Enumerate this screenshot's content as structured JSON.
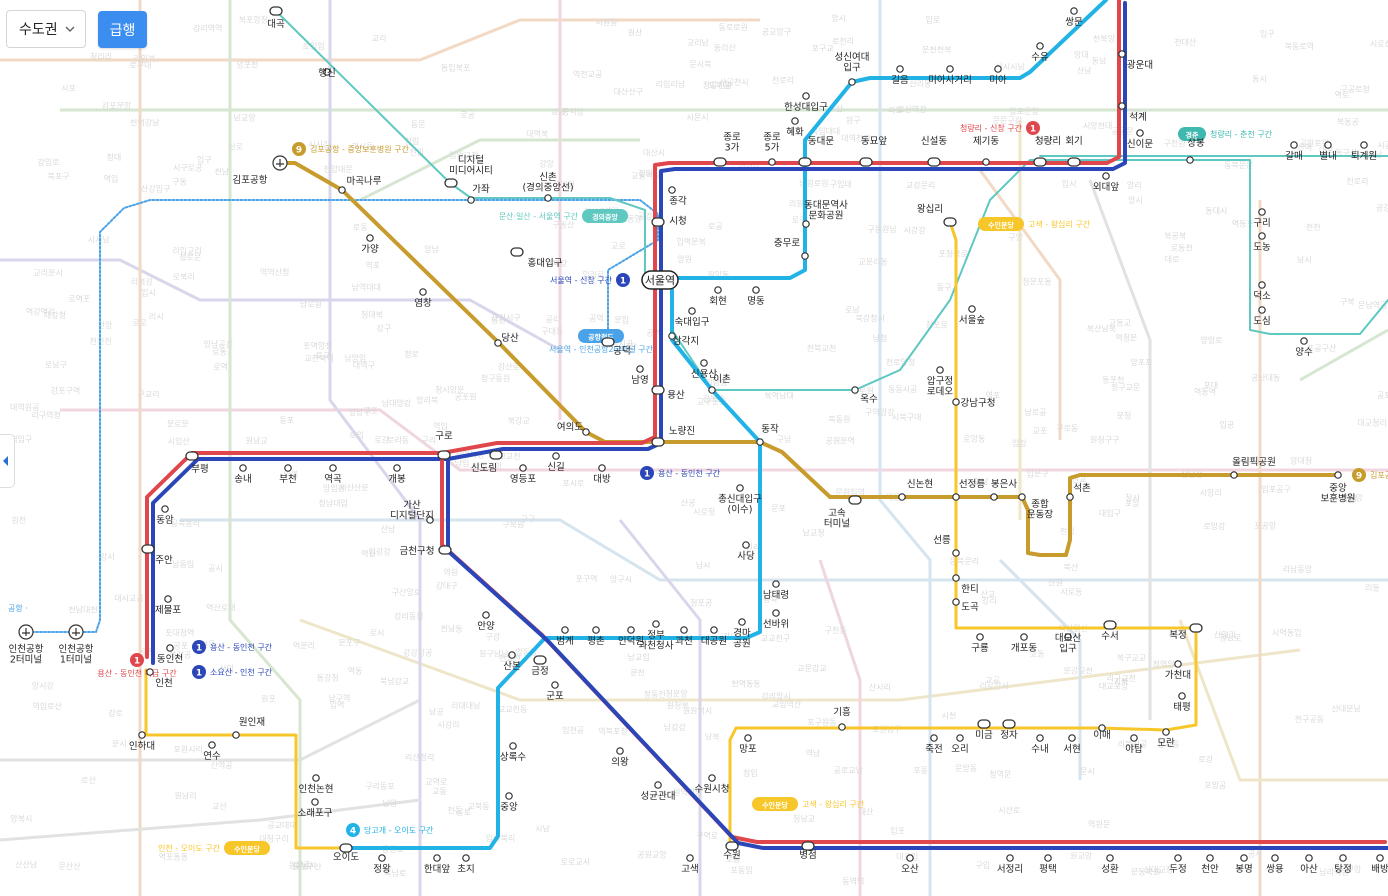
{
  "controls": {
    "region_select": "수도권",
    "express_button": "급행"
  },
  "colors": {
    "line1": "#2a46b8",
    "line1_express": "#e0474c",
    "line4": "#22b3e6",
    "line9": "#c79b2c",
    "suin_bundang": "#f7c629",
    "gyeongui": "#5ec8c1",
    "gyeongchun": "#3fb8b0",
    "airport": "#4aa3e8",
    "background_lines": "#e6e6e6",
    "background_labels": "#d6d6d6"
  },
  "lines": [
    {
      "id": "line1",
      "name": "1",
      "color_key": "line1"
    },
    {
      "id": "line4",
      "name": "4",
      "color_key": "line4"
    },
    {
      "id": "line9",
      "name": "9",
      "color_key": "line9"
    },
    {
      "id": "suin_bundang",
      "name": "수인분당",
      "color_key": "suin_bundang"
    },
    {
      "id": "gyeongui",
      "name": "경의중앙",
      "color_key": "gyeongui"
    },
    {
      "id": "gyeongchun",
      "name": "경춘",
      "color_key": "gyeongchun"
    },
    {
      "id": "airport",
      "name": "공항철도",
      "color_key": "airport"
    }
  ],
  "section_notes": [
    {
      "id": "line9-express",
      "text": "김포공항 - 중앙보훈병원 구간",
      "badge": "9",
      "color_key": "line9"
    },
    {
      "id": "line9-express-east",
      "text": "김포공항",
      "badge": "9",
      "color_key": "line9"
    },
    {
      "id": "line1-express",
      "text": "청량리 - 신창 구간",
      "badge": "1",
      "color_key": "line1_express"
    },
    {
      "id": "gyeongchun",
      "text": "청량리 - 춘천 구간",
      "badge": "경춘",
      "color_key": "gyeongchun"
    },
    {
      "id": "gyeongui",
      "text": "문산·일산 - 서울역 구간",
      "badge": "경의중앙",
      "color_key": "gyeongui"
    },
    {
      "id": "line1-seoul",
      "text": "서울역 - 신창 구간",
      "badge": "1",
      "color_key": "line1"
    },
    {
      "id": "airport",
      "text": "서울역 - 인천공항2터미널 구간",
      "badge": "공항철도",
      "color_key": "airport"
    },
    {
      "id": "suin-wangsimni",
      "text": "고색 - 왕십리 구간",
      "badge": "수인분당",
      "color_key": "suin_bundang"
    },
    {
      "id": "line1-yongsan",
      "text": "용산 - 동인천 구간",
      "badge": "1",
      "color_key": "line1"
    },
    {
      "id": "line1-yongsan-express",
      "text": "용산 - 동인천 특급 구간",
      "badge": "1",
      "color_key": "line1_express"
    },
    {
      "id": "line1-yongsan2",
      "text": "용산 - 동인천 구간",
      "badge": "1",
      "color_key": "line1"
    },
    {
      "id": "line1-soyosan",
      "text": "소요산 - 인천 구간",
      "badge": "1",
      "color_key": "line1"
    },
    {
      "id": "suin-oido",
      "text": "인천 - 오이도 구간",
      "badge": "수인분당",
      "color_key": "suin_bundang"
    },
    {
      "id": "line4-oido",
      "text": "당고개 - 오이도 구간",
      "badge": "4",
      "color_key": "line4"
    },
    {
      "id": "suin-gosaek",
      "text": "고색 - 왕십리 구간",
      "badge": "수인분당",
      "color_key": "suin_bundang"
    },
    {
      "id": "airport-west",
      "text": "공항 ·",
      "badge": "",
      "color_key": "airport"
    }
  ],
  "stations": [
    {
      "label": "대곡",
      "kind": "transfer"
    },
    {
      "label": "행신",
      "kind": "stop"
    },
    {
      "label": "김포공항",
      "kind": "transfer"
    },
    {
      "label": "마곡나루",
      "kind": "stop"
    },
    {
      "label": "가양",
      "kind": "stop"
    },
    {
      "label": "염창",
      "kind": "stop"
    },
    {
      "label": "당산",
      "kind": "stop"
    },
    {
      "label": "여의도",
      "kind": "stop"
    },
    {
      "label": "노량진",
      "kind": "transfer"
    },
    {
      "label": "동작",
      "kind": "stop"
    },
    {
      "label": "고속\n터미널",
      "kind": "transfer"
    },
    {
      "label": "신논현",
      "kind": "stop"
    },
    {
      "label": "선정릉",
      "kind": "stop"
    },
    {
      "label": "봉은사",
      "kind": "stop"
    },
    {
      "label": "종합\n운동장",
      "kind": "stop"
    },
    {
      "label": "석촌",
      "kind": "stop"
    },
    {
      "label": "올림픽공원",
      "kind": "stop"
    },
    {
      "label": "중앙\n보훈병원",
      "kind": "stop"
    },
    {
      "label": "디지털\n미디어시티",
      "kind": "transfer"
    },
    {
      "label": "가좌",
      "kind": "stop"
    },
    {
      "label": "신촌\n(경의중앙선)",
      "kind": "stop"
    },
    {
      "label": "홍대입구",
      "kind": "transfer"
    },
    {
      "label": "서울역",
      "kind": "major"
    },
    {
      "label": "시청",
      "kind": "transfer"
    },
    {
      "label": "종각",
      "kind": "stop"
    },
    {
      "label": "종로\n3가",
      "kind": "transfer"
    },
    {
      "label": "종로\n5가",
      "kind": "stop"
    },
    {
      "label": "동대문",
      "kind": "transfer"
    },
    {
      "label": "동묘앞",
      "kind": "transfer"
    },
    {
      "label": "신설동",
      "kind": "transfer"
    },
    {
      "label": "제기동",
      "kind": "stop"
    },
    {
      "label": "청량리",
      "kind": "transfer"
    },
    {
      "label": "회기",
      "kind": "transfer"
    },
    {
      "label": "외대앞",
      "kind": "stop"
    },
    {
      "label": "신이문",
      "kind": "stop"
    },
    {
      "label": "석계",
      "kind": "stop"
    },
    {
      "label": "광운대",
      "kind": "stop"
    },
    {
      "label": "쌍문",
      "kind": "stop"
    },
    {
      "label": "수유",
      "kind": "stop"
    },
    {
      "label": "미아",
      "kind": "stop"
    },
    {
      "label": "미아사거리",
      "kind": "stop"
    },
    {
      "label": "길음",
      "kind": "stop"
    },
    {
      "label": "성신여대\n입구",
      "kind": "stop"
    },
    {
      "label": "한성대입구",
      "kind": "stop"
    },
    {
      "label": "혜화",
      "kind": "stop"
    },
    {
      "label": "동대문역사\n문화공원",
      "kind": "stop"
    },
    {
      "label": "충무로",
      "kind": "stop"
    },
    {
      "label": "명동",
      "kind": "stop"
    },
    {
      "label": "회현",
      "kind": "stop"
    },
    {
      "label": "숙대입구",
      "kind": "stop"
    },
    {
      "label": "삼각지",
      "kind": "stop"
    },
    {
      "label": "신용산",
      "kind": "stop"
    },
    {
      "label": "이촌",
      "kind": "stop"
    },
    {
      "label": "남영",
      "kind": "stop"
    },
    {
      "label": "용산",
      "kind": "transfer"
    },
    {
      "label": "공덕",
      "kind": "transfer"
    },
    {
      "label": "옥수",
      "kind": "stop"
    },
    {
      "label": "왕십리",
      "kind": "transfer"
    },
    {
      "label": "상봉",
      "kind": "stop"
    },
    {
      "label": "갈매",
      "kind": "stop"
    },
    {
      "label": "별내",
      "kind": "stop"
    },
    {
      "label": "퇴계원",
      "kind": "stop"
    },
    {
      "label": "구리",
      "kind": "stop"
    },
    {
      "label": "도농",
      "kind": "stop"
    },
    {
      "label": "덕소",
      "kind": "stop"
    },
    {
      "label": "도심",
      "kind": "stop"
    },
    {
      "label": "양수",
      "kind": "stop"
    },
    {
      "label": "서울숲",
      "kind": "stop"
    },
    {
      "label": "압구정\n로데오",
      "kind": "stop"
    },
    {
      "label": "강남구청",
      "kind": "stop"
    },
    {
      "label": "선릉",
      "kind": "stop"
    },
    {
      "label": "한티",
      "kind": "stop"
    },
    {
      "label": "도곡",
      "kind": "stop"
    },
    {
      "label": "구룡",
      "kind": "stop"
    },
    {
      "label": "개포동",
      "kind": "stop"
    },
    {
      "label": "대모산\n입구",
      "kind": "stop"
    },
    {
      "label": "수서",
      "kind": "transfer"
    },
    {
      "label": "복정",
      "kind": "transfer"
    },
    {
      "label": "가천대",
      "kind": "stop"
    },
    {
      "label": "태평",
      "kind": "stop"
    },
    {
      "label": "모란",
      "kind": "stop"
    },
    {
      "label": "야탑",
      "kind": "stop"
    },
    {
      "label": "이매",
      "kind": "stop"
    },
    {
      "label": "서현",
      "kind": "stop"
    },
    {
      "label": "수내",
      "kind": "stop"
    },
    {
      "label": "정자",
      "kind": "transfer"
    },
    {
      "label": "미금",
      "kind": "transfer"
    },
    {
      "label": "오리",
      "kind": "stop"
    },
    {
      "label": "죽전",
      "kind": "stop"
    },
    {
      "label": "기흥",
      "kind": "stop"
    },
    {
      "label": "망포",
      "kind": "stop"
    },
    {
      "label": "고색",
      "kind": "stop"
    },
    {
      "label": "수원",
      "kind": "transfer"
    },
    {
      "label": "병점",
      "kind": "transfer"
    },
    {
      "label": "오산",
      "kind": "stop"
    },
    {
      "label": "서정리",
      "kind": "stop"
    },
    {
      "label": "평택",
      "kind": "stop"
    },
    {
      "label": "성환",
      "kind": "stop"
    },
    {
      "label": "두정",
      "kind": "stop"
    },
    {
      "label": "천안",
      "kind": "stop"
    },
    {
      "label": "봉명",
      "kind": "stop"
    },
    {
      "label": "쌍용",
      "kind": "stop"
    },
    {
      "label": "아산",
      "kind": "stop"
    },
    {
      "label": "탕정",
      "kind": "stop"
    },
    {
      "label": "배방",
      "kind": "stop"
    },
    {
      "label": "수원시청",
      "kind": "stop"
    },
    {
      "label": "성균관대",
      "kind": "stop"
    },
    {
      "label": "의왕",
      "kind": "stop"
    },
    {
      "label": "군포",
      "kind": "stop"
    },
    {
      "label": "금정",
      "kind": "transfer"
    },
    {
      "label": "산본",
      "kind": "stop"
    },
    {
      "label": "안양",
      "kind": "stop"
    },
    {
      "label": "금천구청",
      "kind": "transfer"
    },
    {
      "label": "가산\n디지털단지",
      "kind": "stop"
    },
    {
      "label": "구로",
      "kind": "transfer"
    },
    {
      "label": "신도림",
      "kind": "transfer"
    },
    {
      "label": "영등포",
      "kind": "stop"
    },
    {
      "label": "신길",
      "kind": "stop"
    },
    {
      "label": "대방",
      "kind": "stop"
    },
    {
      "label": "개봉",
      "kind": "stop"
    },
    {
      "label": "역곡",
      "kind": "stop"
    },
    {
      "label": "부천",
      "kind": "stop"
    },
    {
      "label": "송내",
      "kind": "stop"
    },
    {
      "label": "부평",
      "kind": "transfer"
    },
    {
      "label": "동암",
      "kind": "stop"
    },
    {
      "label": "주안",
      "kind": "transfer"
    },
    {
      "label": "제물포",
      "kind": "stop"
    },
    {
      "label": "동인천",
      "kind": "stop"
    },
    {
      "label": "인천",
      "kind": "stop"
    },
    {
      "label": "인하대",
      "kind": "stop"
    },
    {
      "label": "연수",
      "kind": "stop"
    },
    {
      "label": "원인재",
      "kind": "stop"
    },
    {
      "label": "인천논현",
      "kind": "stop"
    },
    {
      "label": "소래포구",
      "kind": "stop"
    },
    {
      "label": "오이도",
      "kind": "transfer"
    },
    {
      "label": "정왕",
      "kind": "stop"
    },
    {
      "label": "한대앞",
      "kind": "stop"
    },
    {
      "label": "초지",
      "kind": "stop"
    },
    {
      "label": "중앙",
      "kind": "stop"
    },
    {
      "label": "상록수",
      "kind": "stop"
    },
    {
      "label": "총신대입구\n(이수)",
      "kind": "stop"
    },
    {
      "label": "사당",
      "kind": "stop"
    },
    {
      "label": "남태령",
      "kind": "stop"
    },
    {
      "label": "선바위",
      "kind": "stop"
    },
    {
      "label": "경마\n공원",
      "kind": "stop"
    },
    {
      "label": "대공원",
      "kind": "stop"
    },
    {
      "label": "과천",
      "kind": "stop"
    },
    {
      "label": "정부\n과천청사",
      "kind": "stop"
    },
    {
      "label": "인덕원",
      "kind": "stop"
    },
    {
      "label": "평촌",
      "kind": "stop"
    },
    {
      "label": "범계",
      "kind": "stop"
    },
    {
      "label": "인천공항\n2터미널",
      "kind": "transfer"
    },
    {
      "label": "인천공항\n1터미널",
      "kind": "transfer"
    }
  ]
}
